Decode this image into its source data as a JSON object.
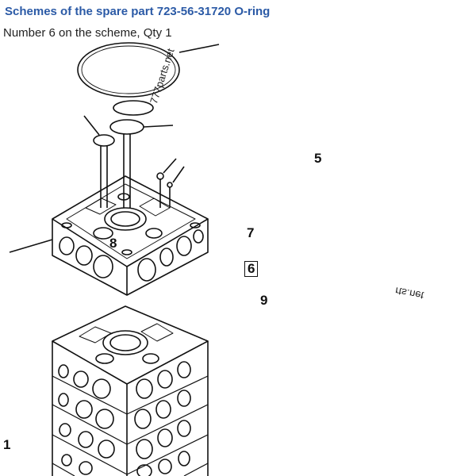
{
  "title": "Schemes of the spare part 723-56-31720 O-ring",
  "part_info": "Number 6 on the scheme, Qty 1",
  "watermarks": {
    "main": "777parts.net",
    "mirrored": "rts.net"
  },
  "callouts": {
    "c1": "1",
    "c5": "5",
    "c6": "6",
    "c7": "7",
    "c8": "8",
    "c9": "9"
  },
  "highlight_color": "#111111",
  "title_color": "#2b5aa6"
}
